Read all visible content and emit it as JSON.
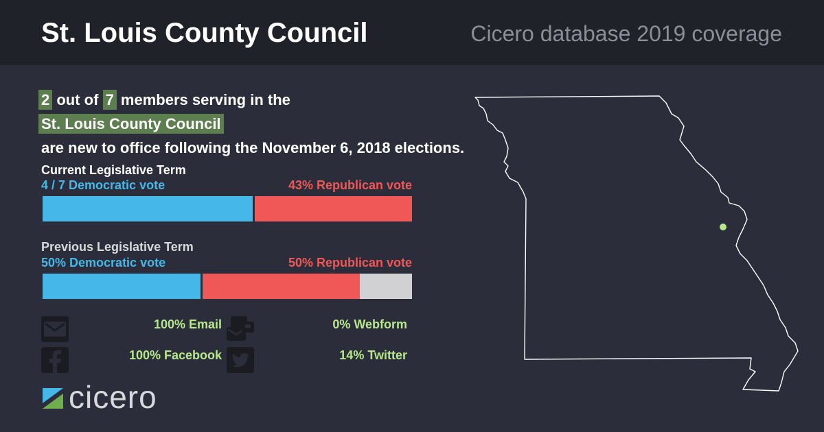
{
  "header": {
    "title": "St. Louis County Council",
    "subtitle": "Cicero database 2019 coverage"
  },
  "summary": {
    "new_count": "2",
    "word_out_of": " out of ",
    "total_count": "7",
    "tail_line1": " members serving in the",
    "body_name": "St. Louis County Council",
    "line3": "are new to office following the November 6, 2018 elections."
  },
  "current_term": {
    "label": "Current Legislative Term",
    "dem_label": "4 / 7 Democratic vote",
    "rep_label": "43% Republican vote",
    "dem_fraction": 0.571,
    "rep_fraction": 0.429
  },
  "previous_term": {
    "label": "Previous Legislative Term",
    "dem_label": "50% Democratic vote",
    "rep_label": "50% Republican vote",
    "dem_fraction": 0.43,
    "rep_fraction": 0.43
  },
  "contact": {
    "email": "100% Email",
    "webform": "0% Webform",
    "facebook": "100% Facebook",
    "twitter": "14% Twitter"
  },
  "logo": {
    "text": "cicero"
  },
  "colors": {
    "democratic": "#45b7e8",
    "republican": "#f05757",
    "highlight": "#5d7f50",
    "stat": "#b6e88b",
    "marker": "#b6e88b"
  }
}
